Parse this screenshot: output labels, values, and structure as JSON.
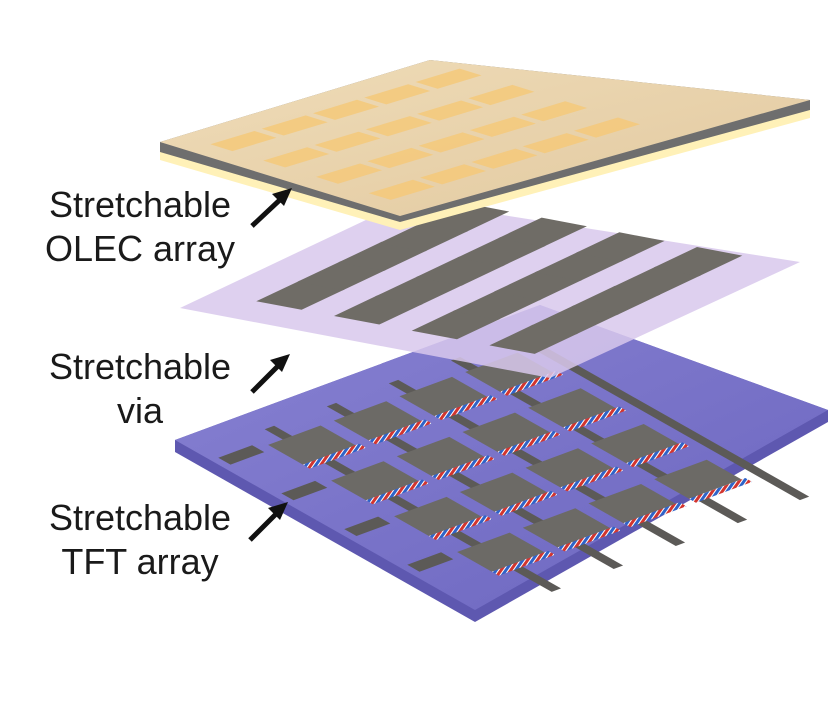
{
  "labels": {
    "olec": {
      "line1": "Stretchable",
      "line2": "OLEC array"
    },
    "via": {
      "line1": "Stretchable",
      "line2": "via"
    },
    "tft": {
      "line1": "Stretchable",
      "line2": "TFT array"
    }
  },
  "colors": {
    "olec_top": "#e8d3ad",
    "olec_pad": "#f5c97a",
    "olec_edge": "#6e6e6e",
    "olec_glow": "#fff1b8",
    "via_sheet": "#d8c8ec",
    "via_pad": "#6f6c66",
    "tft_base": "#7a74c8",
    "tft_edge": "#5e58b0",
    "tft_pad": "#6c6a66",
    "stripe_red": "#d2352f",
    "stripe_blue": "#2f63c8",
    "arrow": "#111111"
  }
}
